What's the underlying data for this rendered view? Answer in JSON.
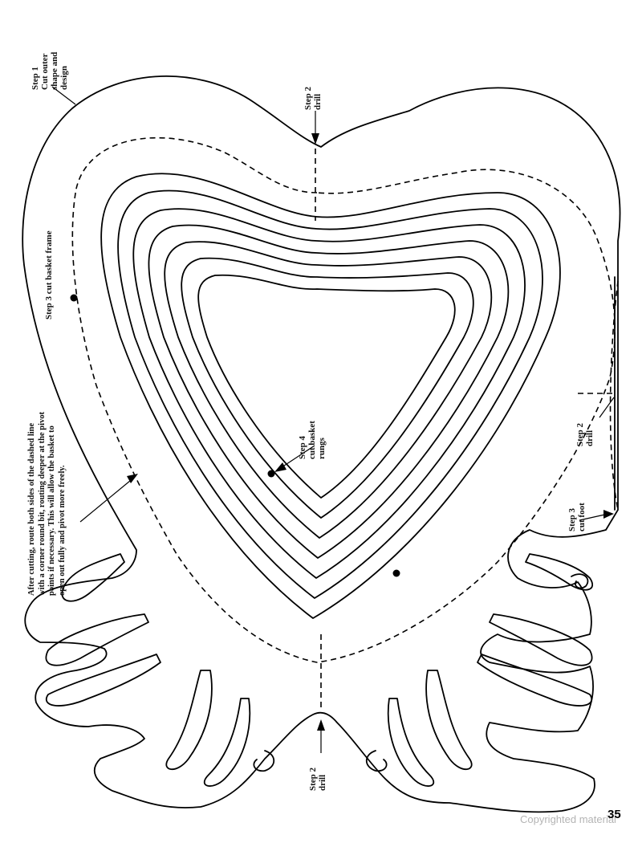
{
  "labels": {
    "step1": "Step 1\nCut outer\nshape and\ndesign",
    "step2_top": "Step 2\ndrill",
    "step2_right": "Step 2\ndrill",
    "step2_bottom": "Step 2\ndrill",
    "step3_frame": "Step 3 cut basket frame",
    "step3_foot": "Step 3\ncut foot",
    "step4": "Step 4\ncut basket\nrungs",
    "routing_note": "After cutting, route both sides of the dashed line\nwith a corner round bit, routing deeper at the pivot\npoints if necessary. This will allow the basket to\nopen out fully and pivot more freely."
  },
  "footer": {
    "page_number": "35",
    "watermark": "Copyrighted material"
  }
}
